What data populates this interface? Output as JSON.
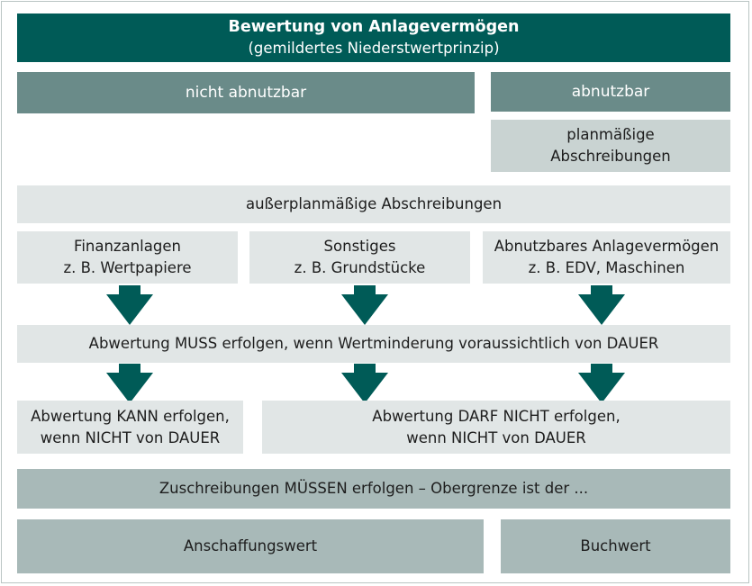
{
  "header": {
    "title": "Bewertung von Anlagevermögen",
    "subtitle": "(gemildertes Niederstwertprinzip)"
  },
  "categories": {
    "left": "nicht abnutzbar",
    "right": "abnutzbar",
    "right_sub_line1": "planmäßige",
    "right_sub_line2": "Abschreibungen"
  },
  "ausserplanmaessig": "außerplanmäßige Abschreibungen",
  "groups": [
    {
      "line1": "Finanzanlagen",
      "line2": "z. B. Wertpapiere"
    },
    {
      "line1": "Sonstiges",
      "line2": "z. B. Grundstücke"
    },
    {
      "line1": "Abnutzbares Anlagevermögen",
      "line2": "z. B. EDV, Maschinen"
    }
  ],
  "muss": "Abwertung MUSS erfolgen, wenn Wertminderung voraussichtlich von DAUER",
  "kann": {
    "line1": "Abwertung KANN erfolgen,",
    "line2": "wenn NICHT von DAUER"
  },
  "darf_nicht": {
    "line1": "Abwertung DARF NICHT erfolgen,",
    "line2": "wenn NICHT von DAUER"
  },
  "zuschreibungen": "Zuschreibungen MÜSSEN erfolgen – Obergrenze ist der ...",
  "limits": {
    "left": "Anschaffungswert",
    "right": "Buchwert"
  },
  "colors": {
    "dark_green": "#005b57",
    "mid_grey_green": "#6a8b89",
    "light_grey": "#e1e6e6",
    "grey": "#a8b9b8"
  }
}
